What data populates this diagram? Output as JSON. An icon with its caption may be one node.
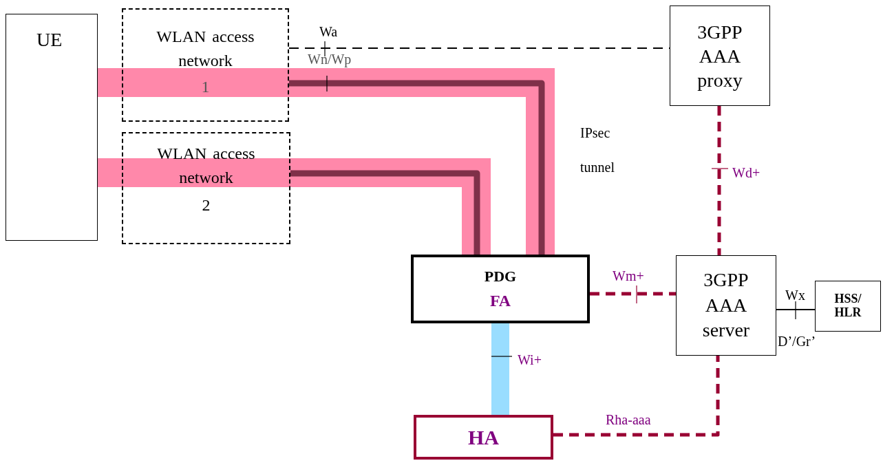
{
  "diagram": {
    "nodes": [
      {
        "text": [
          "UE"
        ]
      },
      {
        "text": [
          "WLAN access network",
          "1"
        ]
      },
      {
        "text": [
          "WLAN access network",
          "2"
        ]
      },
      {
        "text": [
          "3GPP AAA proxy"
        ]
      },
      {
        "text": [
          "PDG",
          "FA"
        ]
      },
      {
        "text": [
          "3GPP AAA server"
        ]
      },
      {
        "text": [
          "HSS/ HLR"
        ]
      },
      {
        "text": [
          "HA"
        ]
      }
    ],
    "edges": [
      {
        "from": 1,
        "to": 3,
        "arrow": "none",
        "label": "Wa",
        "style": "dashed",
        "color": "#000000"
      },
      {
        "from": 1,
        "to": 4,
        "arrow": "none",
        "label": "Wn/Wp",
        "style": "thick",
        "color": "#7f3049"
      },
      {
        "from": 2,
        "to": 4,
        "arrow": "none",
        "style": "thick",
        "color": "#7f3049"
      },
      {
        "from": 3,
        "to": 5,
        "arrow": "none",
        "label": "Wd+",
        "style": "dashed",
        "color": "#990033"
      },
      {
        "from": 4,
        "to": 5,
        "arrow": "none",
        "label": "Wm+",
        "style": "dashed",
        "color": "#990033"
      },
      {
        "from": 5,
        "to": 6,
        "arrow": "none",
        "label": "Wx",
        "color": "#000000"
      },
      {
        "from": 4,
        "to": 7,
        "arrow": "none",
        "label": "Wi+",
        "style": "thick",
        "color": "#99ddff"
      },
      {
        "from": 7,
        "to": 5,
        "arrow": "none",
        "label": "Rha-aaa",
        "style": "dashed",
        "color": "#990033"
      }
    ],
    "labels": [
      "IPsec tunnel",
      "D’/Gr’"
    ]
  }
}
